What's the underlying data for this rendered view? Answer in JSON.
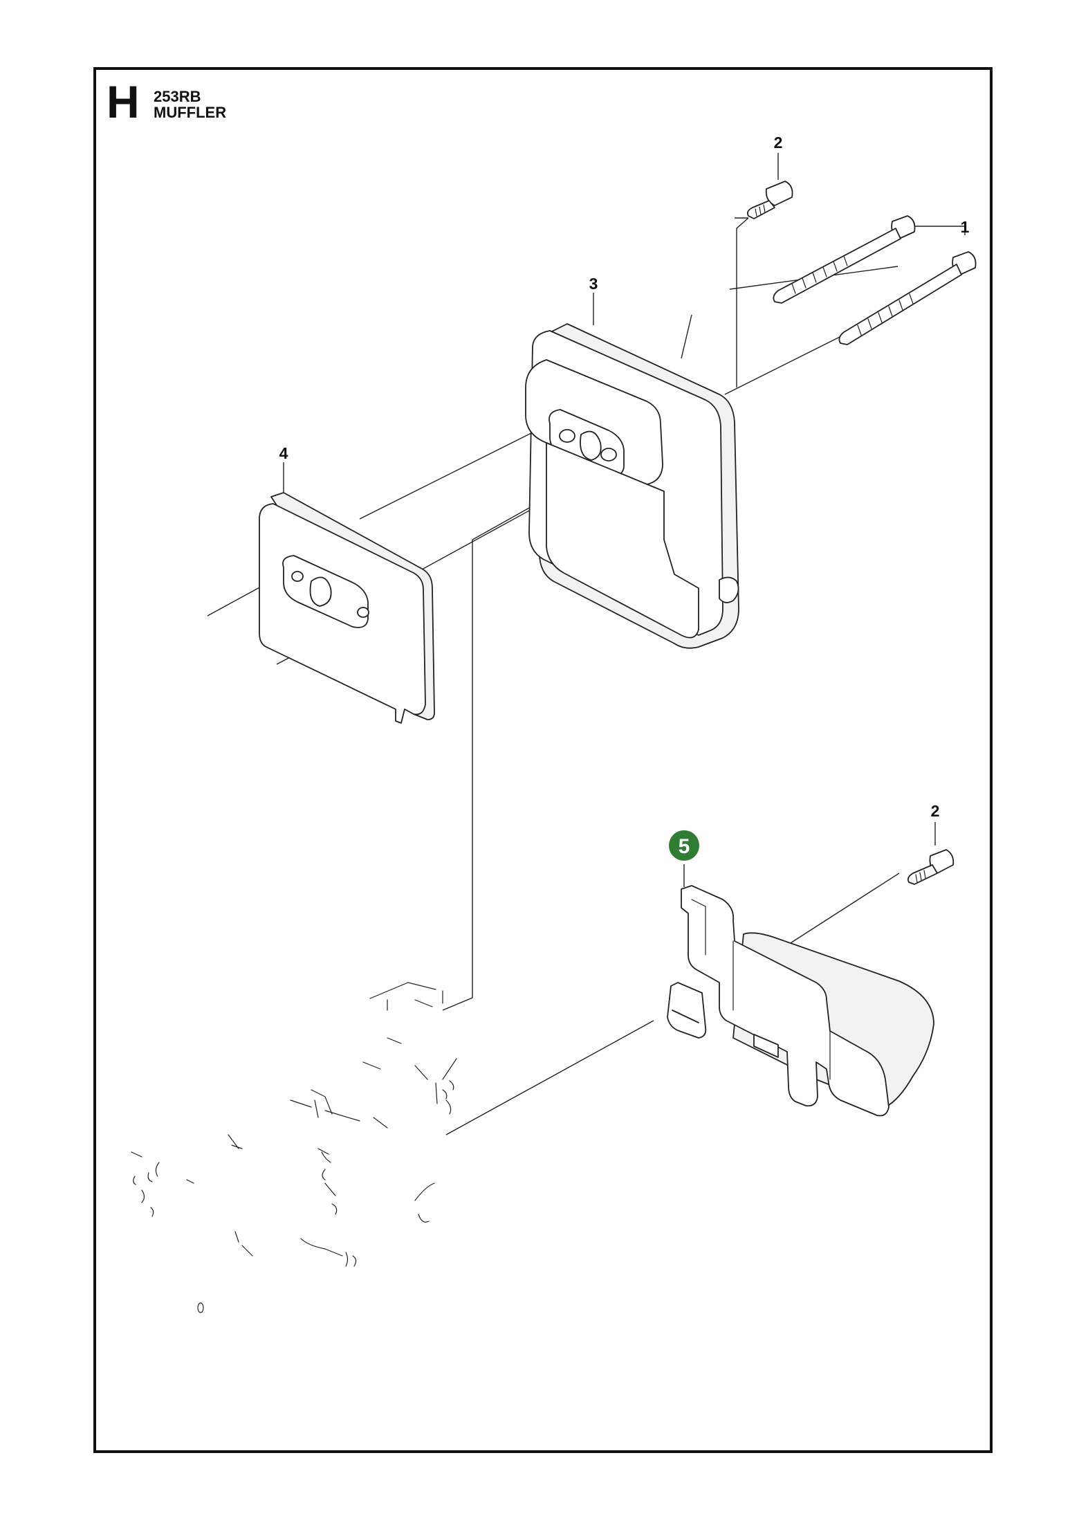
{
  "header": {
    "section_letter": "H",
    "model": "253RB",
    "title": "MUFFLER"
  },
  "callouts": [
    {
      "id": "c1",
      "label": "1"
    },
    {
      "id": "c2a",
      "label": "2"
    },
    {
      "id": "c2b",
      "label": "2"
    },
    {
      "id": "c3",
      "label": "3"
    },
    {
      "id": "c4",
      "label": "4"
    },
    {
      "id": "c5",
      "label": "5",
      "highlight_color": "#2e7d32"
    }
  ],
  "colors": {
    "highlight": "#2e7d32",
    "line": "#222222",
    "frame": "#111111"
  }
}
